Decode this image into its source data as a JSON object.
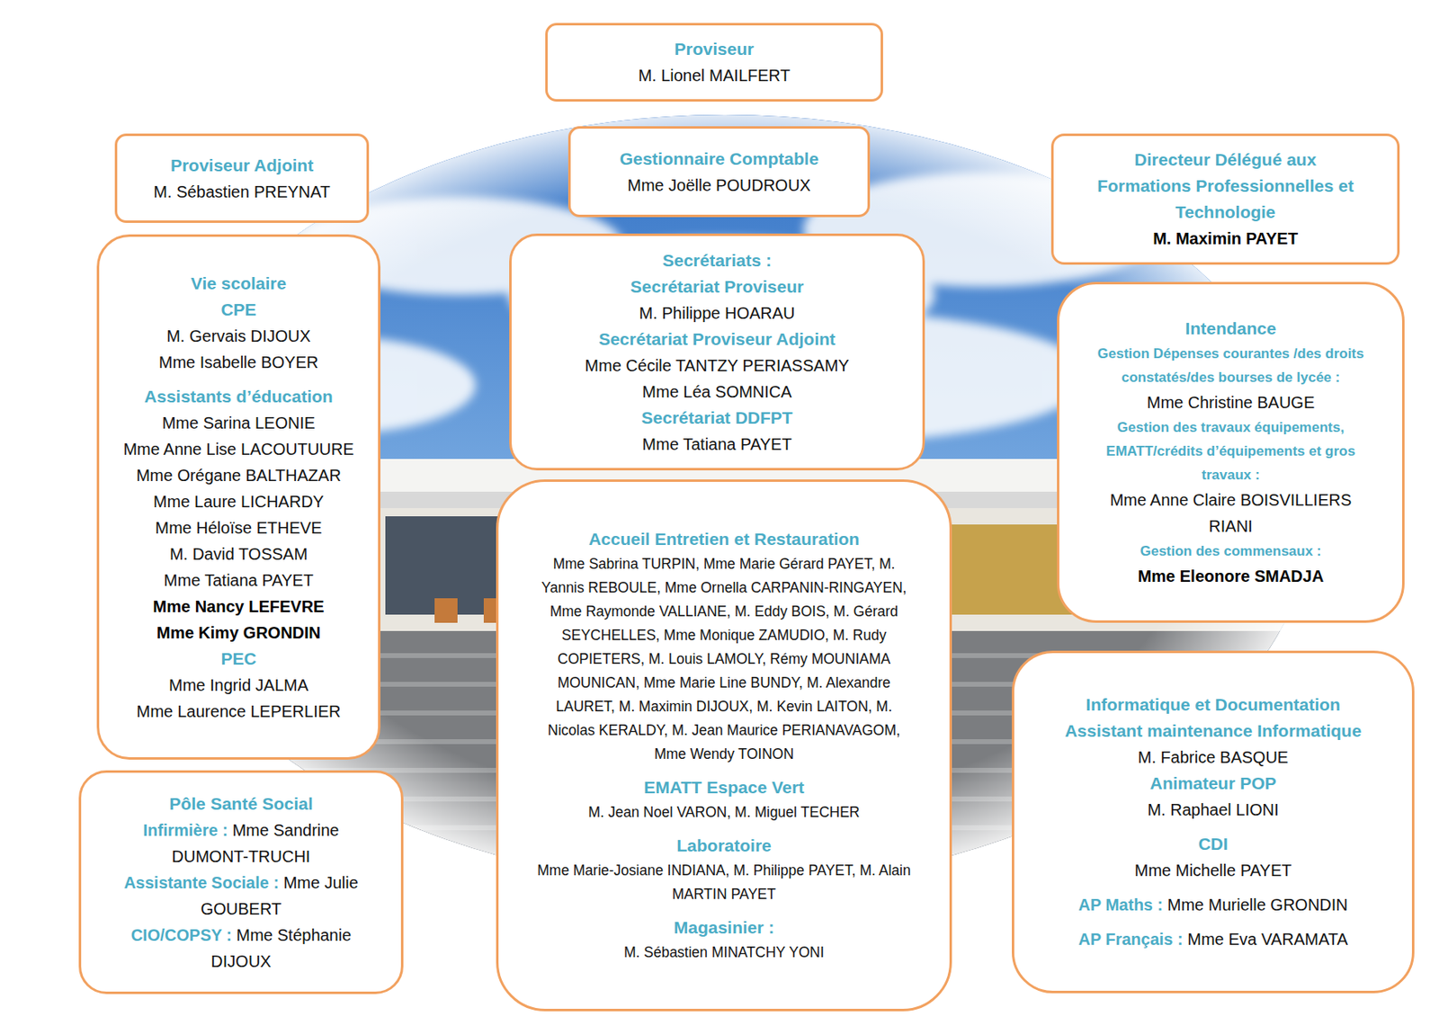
{
  "diagram": {
    "nodes": [
      {
        "text": [
          "Proviseur",
          "M. Lionel MAILFERT"
        ]
      },
      {
        "text": [
          "Proviseur Adjoint",
          "M. Sébastien PREYNAT"
        ]
      },
      {
        "text": [
          "Gestionnaire Comptable",
          "Mme Joëlle POUDROUX"
        ]
      },
      {
        "text": [
          "Directeur Délégué aux Formations Professionnelles et Technologie",
          "M. Maximin PAYET"
        ]
      },
      {
        "text": [
          "Vie scolaire",
          "CPE",
          "M. Gervais DIJOUX",
          "Mme Isabelle BOYER",
          "Assistants d’éducation",
          "Mme Sarina LEONIE",
          "Mme Anne Lise LACOUTUURE",
          "Mme Orégane BALTHAZAR",
          "Mme Laure LICHARDY",
          "Mme Héloïse ETHEVE",
          "M. David TOSSAM",
          "Mme Tatiana PAYET",
          "Mme Nancy LEFEVRE",
          "Mme Kimy GRONDIN",
          "PEC",
          "Mme Ingrid JALMA",
          "Mme Laurence LEPERLIER"
        ]
      },
      {
        "text": [
          "Secrétariats :",
          "Secrétariat Proviseur",
          "M. Philippe HOARAU",
          "Secrétariat Proviseur Adjoint",
          "Mme Cécile TANTZY PERIASSAMY",
          "Mme Léa SOMNICA",
          "Secrétariat DDFPT",
          "Mme Tatiana PAYET"
        ]
      },
      {
        "text": [
          "Intendance",
          "Gestion Dépenses courantes /des droits constatés/des bourses de lycée :",
          "Mme Christine BAUGE",
          "Gestion des travaux équipements, EMATT/crédits d’équipements et gros travaux :",
          "Mme Anne Claire BOISVILLIERS RIANI",
          "Gestion des commensaux :",
          "Mme Eleonore SMADJA"
        ]
      },
      {
        "text": [
          "Accueil Entretien et Restauration",
          "Mme Sabrina TURPIN, Mme Marie Gérard PAYET, M. Yannis REBOULE, Mme Ornella CARPANIN-RINGAYEN, Mme Raymonde VALLIANE, M. Eddy BOIS, M. Gérard SEYCHELLES, Mme Monique ZAMUDIO, M. Rudy COPIETERS, M. Louis LAMOLY, Rémy MOUNIAMA MOUNICAN, Mme Marie Line BUNDY, M. Alexandre LAURET, M. Maximin DIJOUX, M. Kevin LAITON, M. Nicolas KERALDY, M. Jean Maurice PERIANAVAGOM, Mme Wendy TOINON",
          "EMATT Espace Vert",
          "M. Jean Noel VARON, M. Miguel TECHER",
          "Laboratoire",
          "Mme Marie-Josiane INDIANA, M. Philippe PAYET, M. Alain MARTIN PAYET",
          "Magasinier :",
          "M. Sébastien MINATCHY YONI"
        ]
      },
      {
        "text": [
          "Informatique et Documentation",
          "Assistant maintenance Informatique",
          "M. Fabrice BASQUE",
          "Animateur POP",
          "M. Raphael LIONI",
          "CDI",
          "Mme Michelle PAYET",
          "AP Maths :",
          "Mme Murielle GRONDIN",
          "AP Français :",
          "Mme Eva VARAMATA"
        ]
      },
      {
        "text": [
          "Pôle Santé Social",
          "Infirmière :",
          "Mme Sandrine DUMONT-TRUCHI",
          "Assistante Sociale :",
          "Mme Julie GOUBERT",
          "CIO/COPSY :",
          "Mme Stéphanie DIJOUX"
        ]
      }
    ]
  }
}
